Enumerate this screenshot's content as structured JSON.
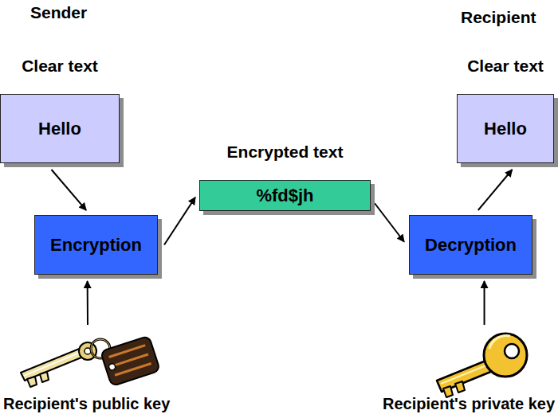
{
  "diagram": {
    "nodes": [
      {
        "text": [
          "Clear text",
          "Hello"
        ]
      },
      {
        "text": [
          "Encryption"
        ]
      },
      {
        "text": [
          "Recipient's public key"
        ]
      },
      {
        "text": [
          "Encrypted text",
          "%fd$jh"
        ]
      },
      {
        "text": [
          "Decryption"
        ]
      },
      {
        "text": [
          "Recipient's private key"
        ]
      },
      {
        "text": [
          "Clear text",
          "Hello"
        ]
      }
    ],
    "edges": [
      {
        "from": 0,
        "to": 1,
        "arrow": "to"
      },
      {
        "from": 2,
        "to": 1,
        "arrow": "to"
      },
      {
        "from": 1,
        "to": 3,
        "arrow": "to"
      },
      {
        "from": 3,
        "to": 4,
        "arrow": "to"
      },
      {
        "from": 5,
        "to": 4,
        "arrow": "to"
      },
      {
        "from": 4,
        "to": 6,
        "arrow": "to"
      }
    ],
    "labels": [
      "Sender",
      "Recipient"
    ]
  }
}
